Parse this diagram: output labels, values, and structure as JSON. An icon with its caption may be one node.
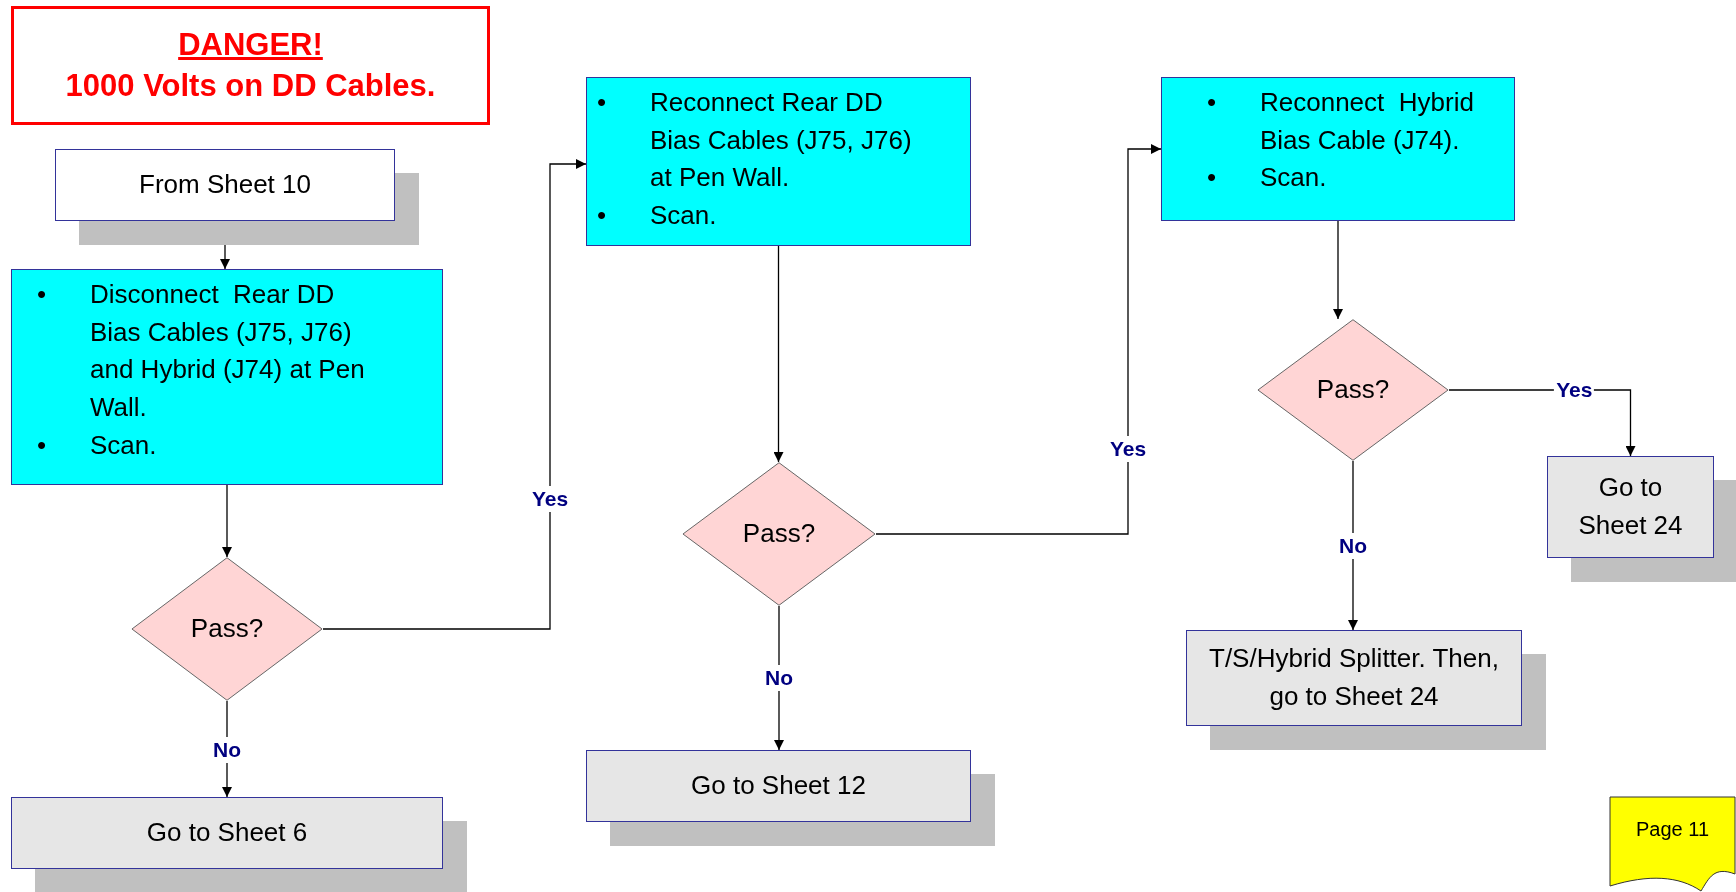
{
  "diagram": {
    "nodes": [
      {
        "text": [
          "DANGER!",
          "1000 Volts on DD Cables."
        ]
      },
      {
        "text": [
          "From Sheet 10"
        ]
      },
      {
        "text": [
          "•",
          "Disconnect  Rear DD Bias Cables (J75, J76) and Hybrid (J74) at Pen Wall.",
          "•",
          "Scan."
        ]
      },
      {
        "text": [
          "Pass?"
        ]
      },
      {
        "text": [
          "Go to Sheet 6"
        ]
      },
      {
        "text": [
          "•",
          "Reconnect Rear DD Bias Cables (J75, J76) at Pen Wall.",
          "•",
          "Scan."
        ]
      },
      {
        "text": [
          "Pass?"
        ]
      },
      {
        "text": [
          "Go to Sheet 12"
        ]
      },
      {
        "text": [
          "•",
          "Reconnect  Hybrid Bias Cable (J74).",
          "•",
          "Scan."
        ]
      },
      {
        "text": [
          "Pass?"
        ]
      },
      {
        "text": [
          "Go to Sheet 24"
        ]
      },
      {
        "text": [
          "T/S/Hybrid Splitter. Then, go to Sheet 24"
        ]
      },
      {
        "text": [
          "Page 11"
        ]
      }
    ],
    "edges": [
      {
        "from": 1,
        "to": 2,
        "arrow": "to"
      },
      {
        "from": 2,
        "to": 3,
        "arrow": "to"
      },
      {
        "from": 3,
        "to": 4,
        "arrow": "to",
        "label": "No"
      },
      {
        "from": 3,
        "to": 5,
        "arrow": "to",
        "label": "Yes"
      },
      {
        "from": 5,
        "to": 6,
        "arrow": "to"
      },
      {
        "from": 6,
        "to": 7,
        "arrow": "to",
        "label": "No"
      },
      {
        "from": 6,
        "to": 8,
        "arrow": "to",
        "label": "Yes"
      },
      {
        "from": 8,
        "to": 9,
        "arrow": "to"
      },
      {
        "from": 9,
        "to": 10,
        "arrow": "to",
        "label": "Yes"
      },
      {
        "from": 9,
        "to": 11,
        "arrow": "to",
        "label": "No"
      }
    ]
  }
}
